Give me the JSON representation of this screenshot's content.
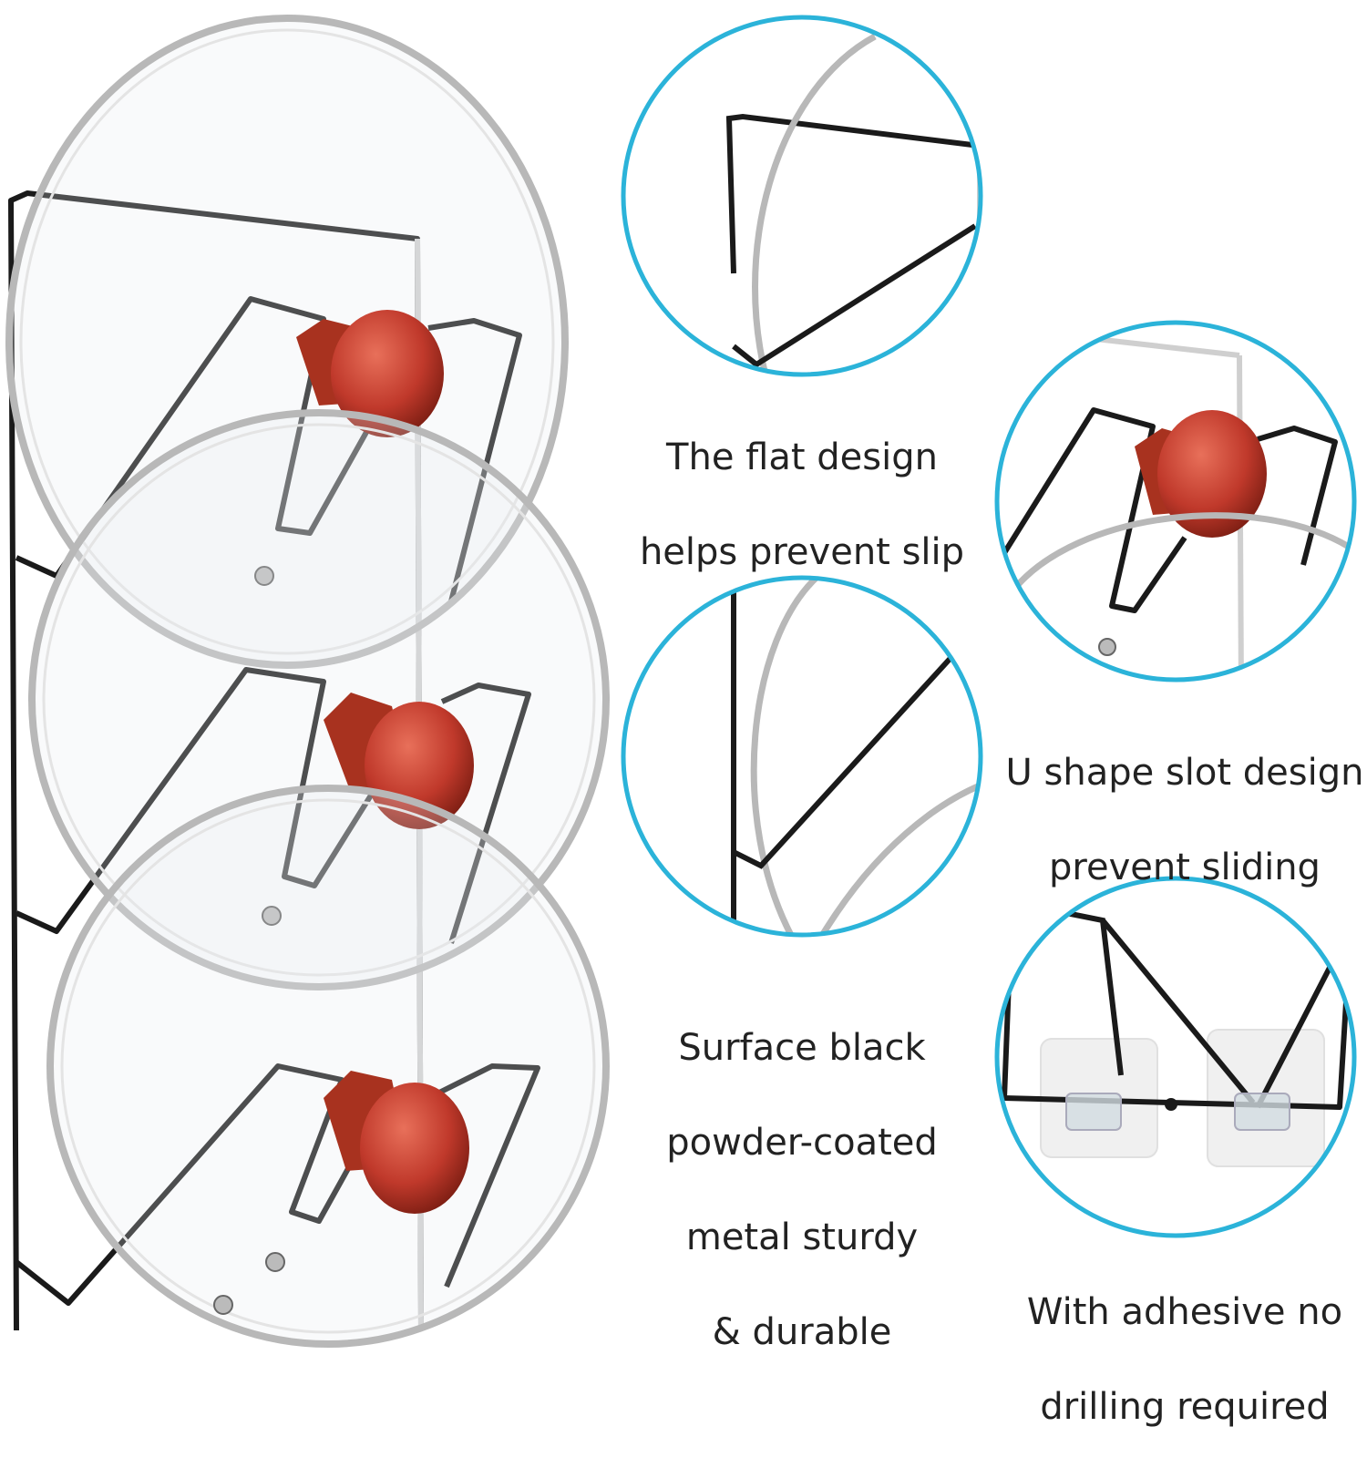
{
  "captions": {
    "flat_design": [
      "The flat design",
      "helps prevent slip"
    ],
    "u_shape": [
      "U shape slot design",
      "prevent sliding"
    ],
    "surface": [
      "Surface black",
      "powder-coated",
      "metal sturdy",
      "& durable"
    ],
    "adhesive": [
      "With adhesive no",
      "drilling required"
    ]
  },
  "colors": {
    "circle_border": "#2bb3d9",
    "rack_wire": "#1a1a1a",
    "knob": "#c0392b",
    "glass_rim": "#b8b8b8"
  },
  "icons": [
    "lid-rack-product-image",
    "detail-circle-flat-design",
    "detail-circle-u-slot",
    "detail-circle-surface",
    "detail-circle-adhesive"
  ]
}
